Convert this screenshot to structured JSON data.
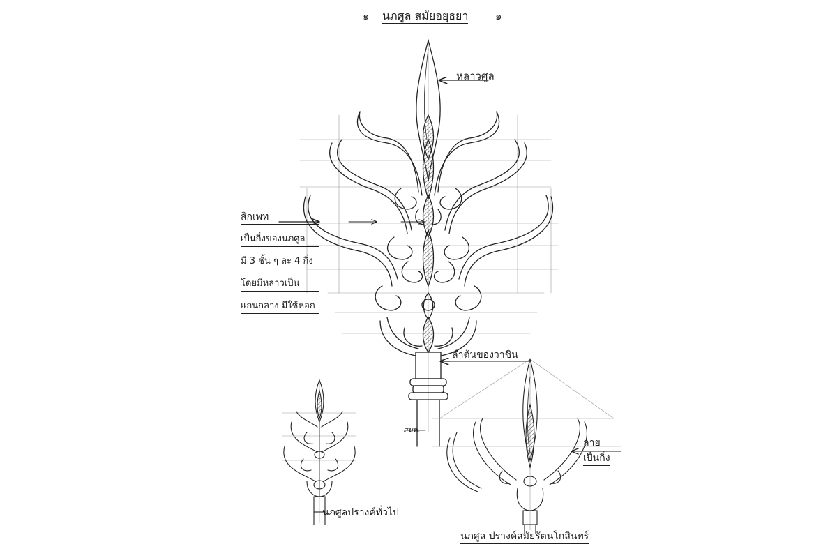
{
  "title": {
    "text": "นภศูล สมัยอยุธยา",
    "marker_left": "๑",
    "marker_right": "๑"
  },
  "main_trident": {
    "blade_label": "หลาวศูล",
    "side_note_lines": [
      "สิกเพท",
      "เป็นกิ่งของนภศูล",
      "มี 3 ชั้น ๆ ละ 4 กิ่ง",
      "โดยมีหลาวเป็น",
      "แกนกลาง มีใช้หอก"
    ],
    "shaft_label": "ลำต้นของวาชิน",
    "signature": "สมพ."
  },
  "small_trident_left": {
    "caption": "นภศูลปรางค์ทั่วไป"
  },
  "small_trident_right": {
    "branch_label_lines": [
      "ลาย",
      "เป็นกิ่ง"
    ],
    "caption": "นภศูล ปรางค์สมัยรัตนโกสินทร์"
  },
  "colors": {
    "ink": "#222222",
    "guide": "#9a9a9a",
    "hatch": "#555555"
  }
}
